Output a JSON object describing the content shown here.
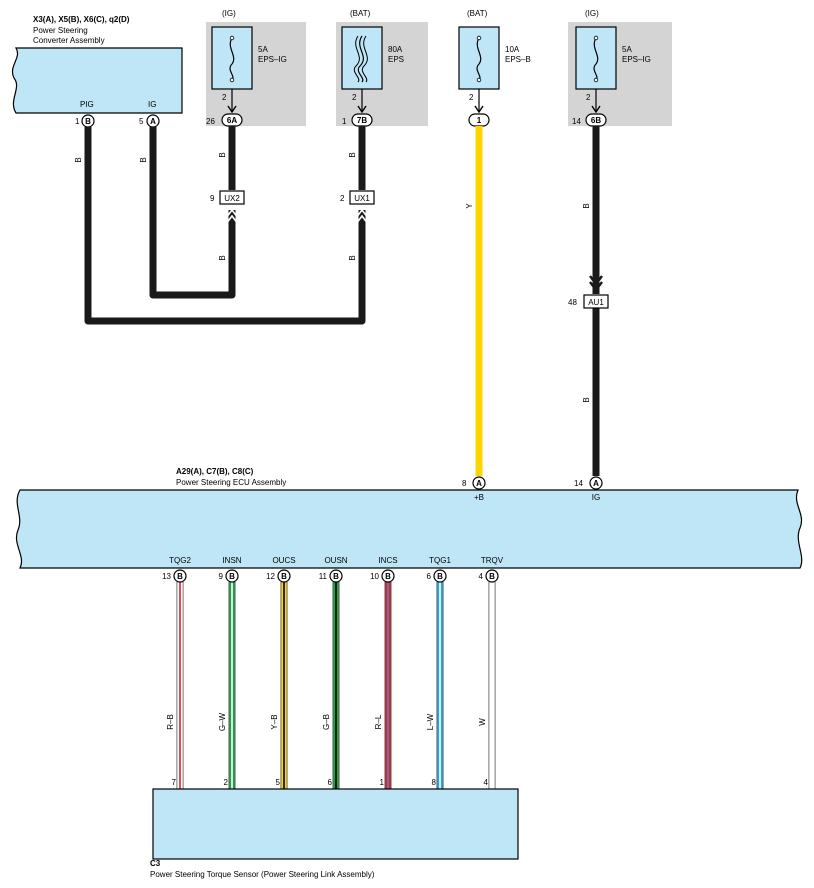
{
  "converter": {
    "codes": "X3(A), X5(B), X6(C), q2(D)",
    "name_line1": "Power Steering",
    "name_line2": "Converter Assembly",
    "pig_label": "PIG",
    "ig_label": "IG",
    "pig_pin": "1",
    "pig_conn": "B",
    "ig_pin": "5",
    "ig_conn": "A"
  },
  "fuses": [
    {
      "source": "(IG)",
      "amp": "5A",
      "name": "EPS–IG",
      "pin": "2",
      "term_pin": "26",
      "term_label": "6A"
    },
    {
      "source": "(BAT)",
      "amp": "80A",
      "name": "EPS",
      "pin": "2",
      "term_pin": "1",
      "term_label": "7B"
    },
    {
      "source": "(BAT)",
      "amp": "10A",
      "name": "EPS–B",
      "pin": "2",
      "term_pin": "",
      "term_label": "1"
    },
    {
      "source": "(IG)",
      "amp": "5A",
      "name": "EPS–IG",
      "pin": "2",
      "term_pin": "14",
      "term_label": "6B"
    }
  ],
  "splices": [
    {
      "pin": "9",
      "label": "UX2"
    },
    {
      "pin": "2",
      "label": "UX1"
    },
    {
      "pin": "48",
      "label": "AU1"
    }
  ],
  "wire_colors_upper": {
    "pig": "B",
    "ig": "B",
    "ux2_top": "B",
    "ux2_bottom": "B",
    "ux1_top": "B",
    "ux1_bottom": "B",
    "epsb": "Y",
    "au1_top": "B",
    "au1_bottom": "B"
  },
  "ecu": {
    "codes": "A29(A), C7(B), C8(C)",
    "name": "Power Steering ECU Assembly",
    "top_pins": [
      {
        "pin": "8",
        "conn": "A",
        "label": "+B"
      },
      {
        "pin": "14",
        "conn": "A",
        "label": "IG"
      }
    ],
    "bottom_pins": [
      {
        "label": "TQG2",
        "pin": "13",
        "conn": "B"
      },
      {
        "label": "INSN",
        "pin": "9",
        "conn": "B"
      },
      {
        "label": "OUCS",
        "pin": "12",
        "conn": "B"
      },
      {
        "label": "OUSN",
        "pin": "11",
        "conn": "B"
      },
      {
        "label": "INCS",
        "pin": "10",
        "conn": "B"
      },
      {
        "label": "TQG1",
        "pin": "6",
        "conn": "B"
      },
      {
        "label": "TRQV",
        "pin": "4",
        "conn": "B"
      }
    ]
  },
  "sensor_wires": [
    {
      "color": "R–B",
      "sensor_pin": "7",
      "label": "TQG2",
      "main": "#ffffff",
      "stripe": "#e0202a"
    },
    {
      "color": "G–W",
      "sensor_pin": "2",
      "label": "INSN",
      "main": "#22a04a",
      "stripe": "#ffffff"
    },
    {
      "color": "Y–B",
      "sensor_pin": "5",
      "label": "OUCS",
      "main": "#f7d117",
      "stripe": "#000000"
    },
    {
      "color": "G–B",
      "sensor_pin": "6",
      "label": "OUSN",
      "main": "#22a04a",
      "stripe": "#000000"
    },
    {
      "color": "R–L",
      "sensor_pin": "1",
      "label": "INCS",
      "main": "#e0202a",
      "stripe": "#3a8fd8"
    },
    {
      "color": "L–W",
      "sensor_pin": "8",
      "label": "TQG1",
      "main": "#29a8df",
      "stripe": "#ffffff"
    },
    {
      "color": "W",
      "sensor_pin": "4",
      "label": "TRQV",
      "main": "#ffffff",
      "stripe": "#ffffff"
    }
  ],
  "sensor": {
    "code": "C3",
    "name": "Power Steering Torque Sensor (Power Steering Link Assembly)"
  },
  "colors": {
    "component_fill": "#bfe6f7",
    "fuse_box": "#d4d4d4",
    "black_wire": "#1a1a1a",
    "yellow_wire": "#ffd400"
  }
}
